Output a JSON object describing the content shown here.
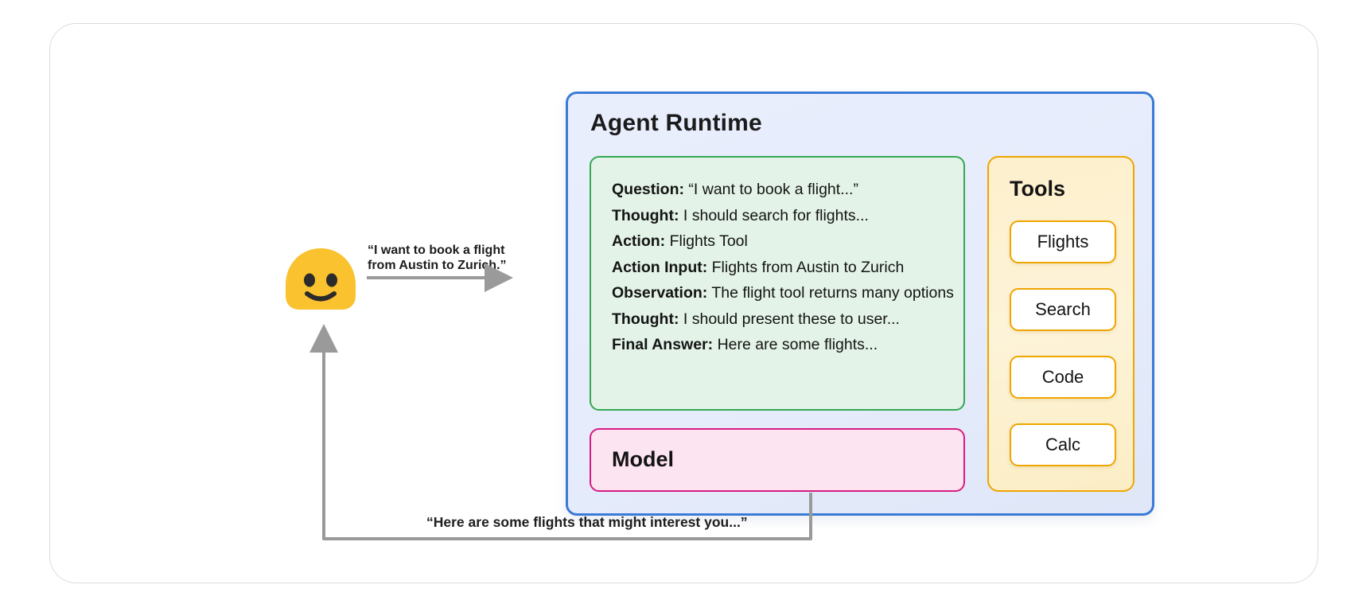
{
  "diagram": {
    "title": "Agent Runtime",
    "colors": {
      "runtime_border": "#3a7bd5",
      "runtime_bg": "#e8eefc",
      "reasoning_border": "#34a853",
      "reasoning_bg": "#e3f3e7",
      "model_border": "#d81b83",
      "model_bg": "#fce4f0",
      "tools_border": "#f0a500",
      "tools_bg": "#fdf0cd",
      "emoji_yellow": "#f9c22e",
      "arrow_gray": "#9a9a9a",
      "card_border": "#dcdcdc"
    }
  },
  "user": {
    "icon": "smiling-face-emoji",
    "request_label_line1": "“I want to book a flight",
    "request_label_line2": "from Austin to Zurich.”",
    "response_label": "“Here are some flights that might interest you...”"
  },
  "reasoning": {
    "lines": [
      {
        "label": "Question:",
        "text": "“I want to book a flight...”"
      },
      {
        "label": "Thought:",
        "text": "I should search for flights..."
      },
      {
        "label": "Action:",
        "text": "Flights Tool"
      },
      {
        "label": "Action Input:",
        "text": "Flights from Austin to Zurich"
      },
      {
        "label": "Observation:",
        "text": "The flight tool returns many options"
      },
      {
        "label": "Thought:",
        "text": "I should present these to user..."
      },
      {
        "label": "Final Answer:",
        "text": "Here are some flights..."
      }
    ]
  },
  "model": {
    "title": "Model"
  },
  "tools": {
    "title": "Tools",
    "items": [
      {
        "label": "Flights"
      },
      {
        "label": "Search"
      },
      {
        "label": "Code"
      },
      {
        "label": "Calc"
      }
    ]
  }
}
